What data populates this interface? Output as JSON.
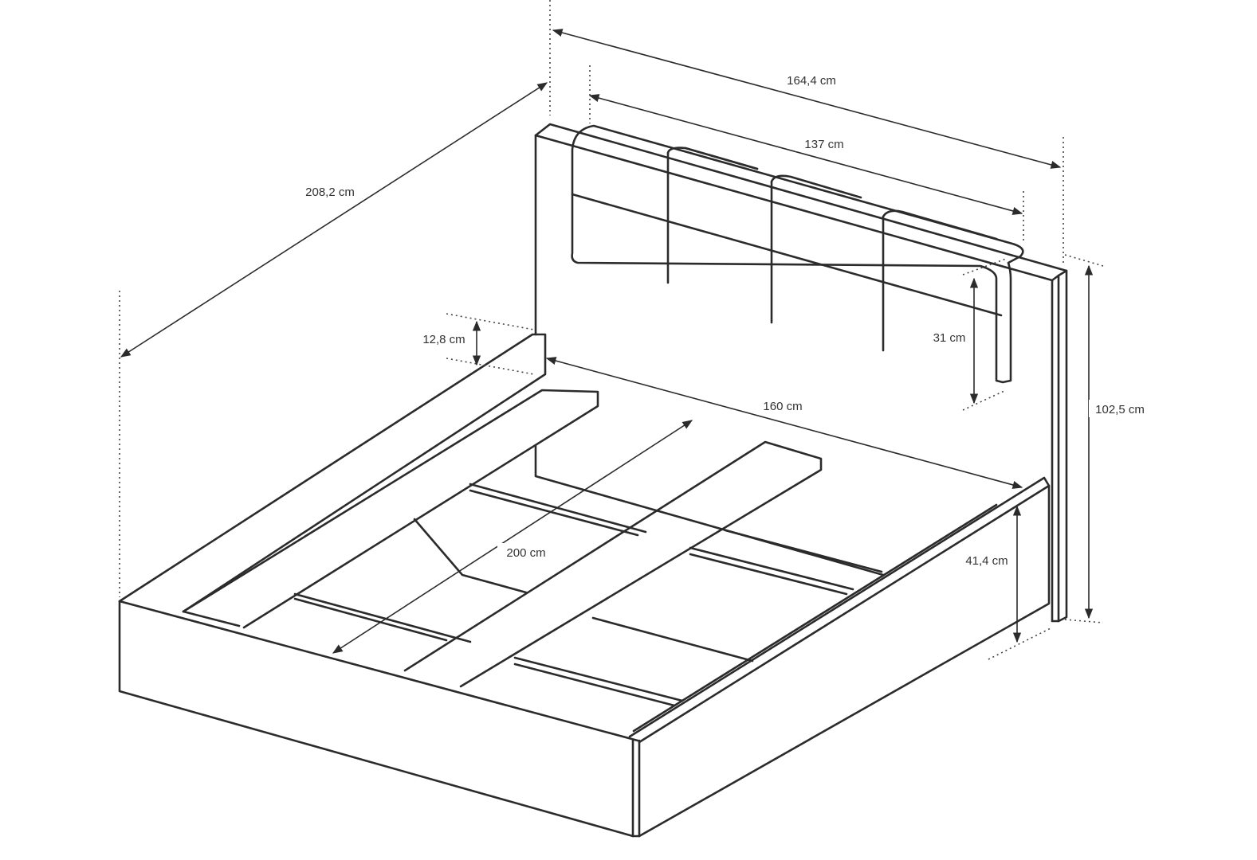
{
  "dimensions": {
    "overall_width": "164,4 cm",
    "headboard_cushion_width": "137 cm",
    "overall_length": "208,2 cm",
    "side_rail_height": "12,8 cm",
    "cushion_height": "31 cm",
    "mattress_width": "160 cm",
    "headboard_height": "102,5 cm",
    "mattress_length": "200 cm",
    "frame_height": "41,4 cm"
  }
}
